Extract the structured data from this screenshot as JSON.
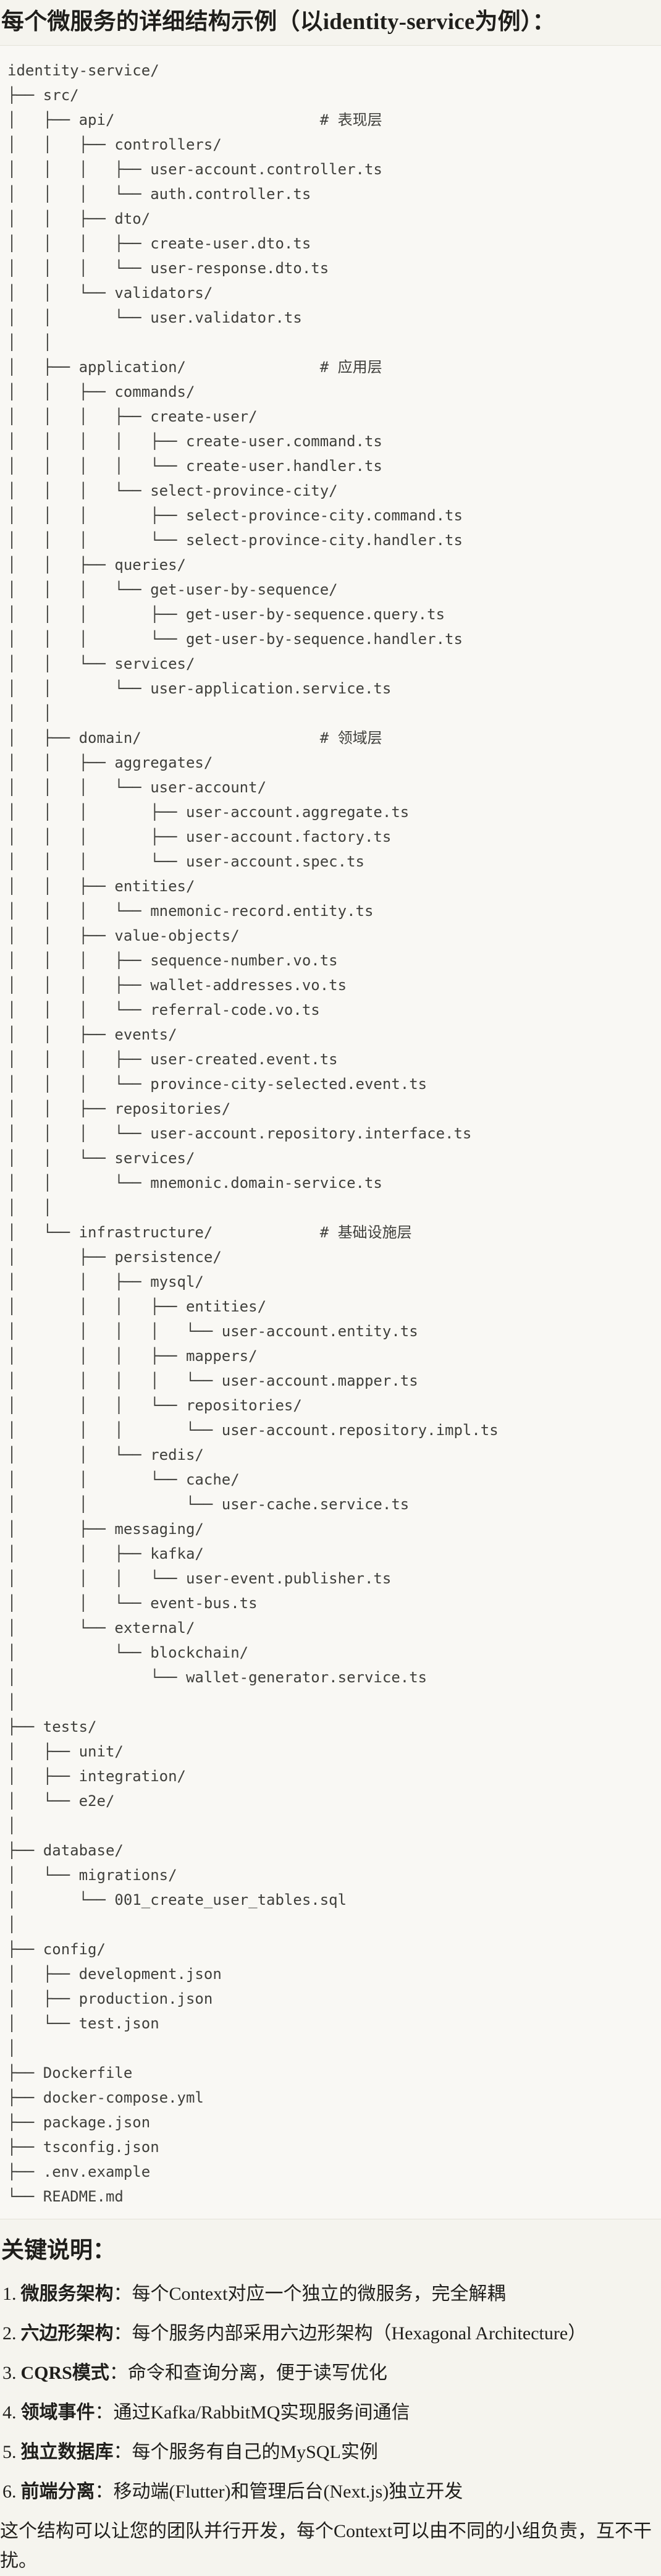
{
  "title": "每个微服务的详细结构示例（以identity-service为例）：",
  "tree_lines": [
    "identity-service/",
    "├── src/",
    "│   ├── api/                       # 表现层",
    "│   │   ├── controllers/",
    "│   │   │   ├── user-account.controller.ts",
    "│   │   │   └── auth.controller.ts",
    "│   │   ├── dto/",
    "│   │   │   ├── create-user.dto.ts",
    "│   │   │   └── user-response.dto.ts",
    "│   │   └── validators/",
    "│   │       └── user.validator.ts",
    "│   │",
    "│   ├── application/               # 应用层",
    "│   │   ├── commands/",
    "│   │   │   ├── create-user/",
    "│   │   │   │   ├── create-user.command.ts",
    "│   │   │   │   └── create-user.handler.ts",
    "│   │   │   └── select-province-city/",
    "│   │   │       ├── select-province-city.command.ts",
    "│   │   │       └── select-province-city.handler.ts",
    "│   │   ├── queries/",
    "│   │   │   └── get-user-by-sequence/",
    "│   │   │       ├── get-user-by-sequence.query.ts",
    "│   │   │       └── get-user-by-sequence.handler.ts",
    "│   │   └── services/",
    "│   │       └── user-application.service.ts",
    "│   │",
    "│   ├── domain/                    # 领域层",
    "│   │   ├── aggregates/",
    "│   │   │   └── user-account/",
    "│   │   │       ├── user-account.aggregate.ts",
    "│   │   │       ├── user-account.factory.ts",
    "│   │   │       └── user-account.spec.ts",
    "│   │   ├── entities/",
    "│   │   │   └── mnemonic-record.entity.ts",
    "│   │   ├── value-objects/",
    "│   │   │   ├── sequence-number.vo.ts",
    "│   │   │   ├── wallet-addresses.vo.ts",
    "│   │   │   └── referral-code.vo.ts",
    "│   │   ├── events/",
    "│   │   │   ├── user-created.event.ts",
    "│   │   │   └── province-city-selected.event.ts",
    "│   │   ├── repositories/",
    "│   │   │   └── user-account.repository.interface.ts",
    "│   │   └── services/",
    "│   │       └── mnemonic.domain-service.ts",
    "│   │",
    "│   └── infrastructure/            # 基础设施层",
    "│       ├── persistence/",
    "│       │   ├── mysql/",
    "│       │   │   ├── entities/",
    "│       │   │   │   └── user-account.entity.ts",
    "│       │   │   ├── mappers/",
    "│       │   │   │   └── user-account.mapper.ts",
    "│       │   │   └── repositories/",
    "│       │   │       └── user-account.repository.impl.ts",
    "│       │   └── redis/",
    "│       │       └── cache/",
    "│       │           └── user-cache.service.ts",
    "│       ├── messaging/",
    "│       │   ├── kafka/",
    "│       │   │   └── user-event.publisher.ts",
    "│       │   └── event-bus.ts",
    "│       └── external/",
    "│           └── blockchain/",
    "│               └── wallet-generator.service.ts",
    "│",
    "├── tests/",
    "│   ├── unit/",
    "│   ├── integration/",
    "│   └── e2e/",
    "│",
    "├── database/",
    "│   └── migrations/",
    "│       └── 001_create_user_tables.sql",
    "│",
    "├── config/",
    "│   ├── development.json",
    "│   ├── production.json",
    "│   └── test.json",
    "│",
    "├── Dockerfile",
    "├── docker-compose.yml",
    "├── package.json",
    "├── tsconfig.json",
    "├── .env.example",
    "└── README.md"
  ],
  "notes_heading": "关键说明：",
  "notes": [
    {
      "num": "1.",
      "term": "微服务架构",
      "rest": "：每个Context对应一个独立的微服务，完全解耦"
    },
    {
      "num": "2.",
      "term": "六边形架构",
      "rest": "：每个服务内部采用六边形架构（Hexagonal Architecture）"
    },
    {
      "num": "3.",
      "term": "CQRS模式",
      "rest": "：命令和查询分离，便于读写优化"
    },
    {
      "num": "4.",
      "term": "领域事件",
      "rest": "：通过Kafka/RabbitMQ实现服务间通信"
    },
    {
      "num": "5.",
      "term": "独立数据库",
      "rest": "：每个服务有自己的MySQL实例"
    },
    {
      "num": "6.",
      "term": "前端分离",
      "rest": "：移动端(Flutter)和管理后台(Next.js)独立开发"
    }
  ],
  "closing": "这个结构可以让您的团队并行开发，每个Context可以由不同的小组负责，互不干扰。",
  "colors": {
    "page_bg": "#f5f4ee",
    "code_bg": "#f9f8f4",
    "code_border": "#e5e3da",
    "tree_text": "#3f3f3b",
    "body_text": "#1f1e1b"
  }
}
